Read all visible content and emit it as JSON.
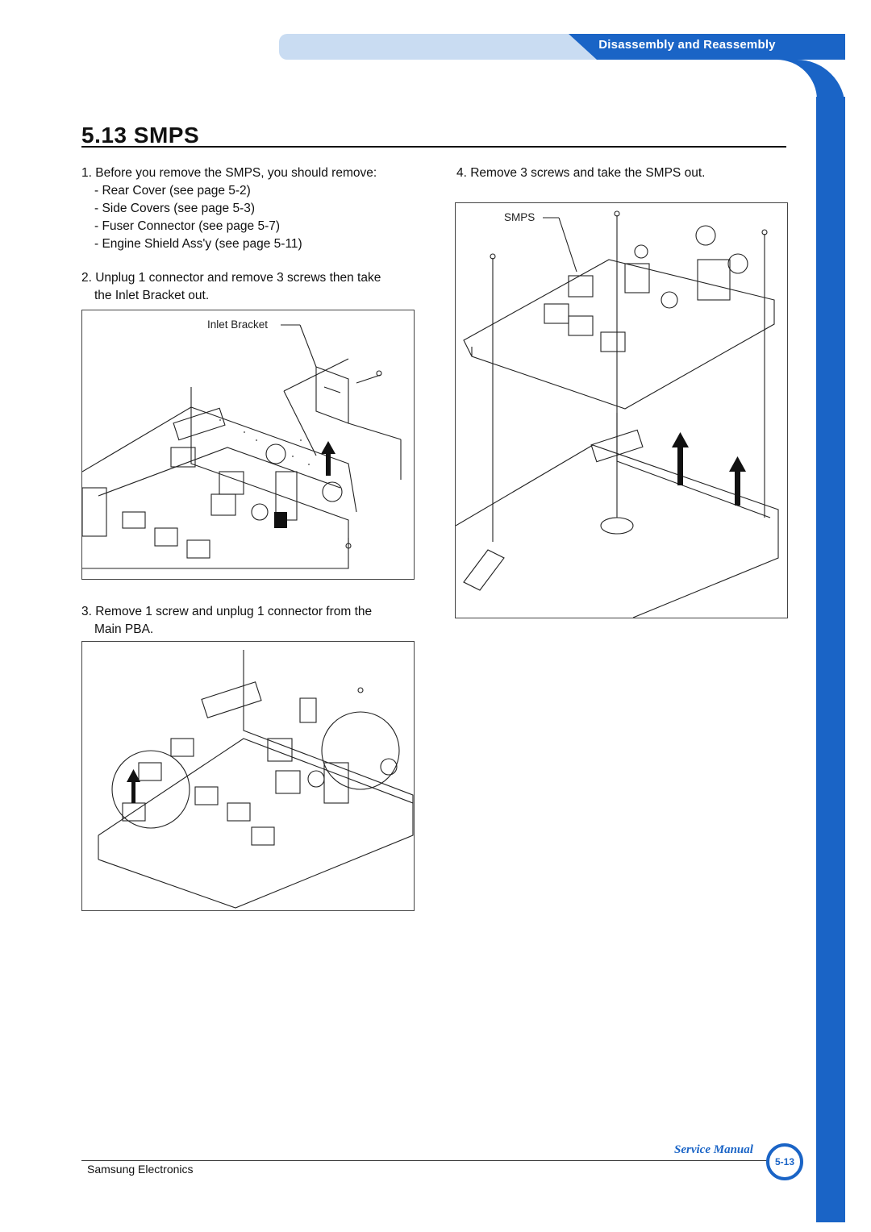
{
  "header": {
    "section_label": "Disassembly and Reassembly"
  },
  "title": "5.13  SMPS",
  "steps": {
    "step1": {
      "text": "1. Before you remove the SMPS, you should remove:",
      "items": [
        "- Rear Cover (see page 5-2)",
        "- Side Covers (see page 5-3)",
        "- Fuser Connector (see page 5-7)",
        "- Engine Shield Ass'y (see page 5-11)"
      ]
    },
    "step2": {
      "line1": "2. Unplug 1 connector and remove 3 screws then take",
      "line2": "the Inlet Bracket out."
    },
    "step3": {
      "line1": "3. Remove 1 screw and unplug 1 connector from the",
      "line2": "Main PBA."
    },
    "step4": {
      "text": "4. Remove 3 screws and take the SMPS out."
    }
  },
  "figures": {
    "fig1_label": "Inlet Bracket",
    "fig4_label": "SMPS"
  },
  "footer": {
    "company": "Samsung Electronics",
    "manual": "Service Manual",
    "page": "5-13"
  },
  "colors": {
    "accent": "#1a64c6",
    "accent_light": "#c9dcf2"
  }
}
